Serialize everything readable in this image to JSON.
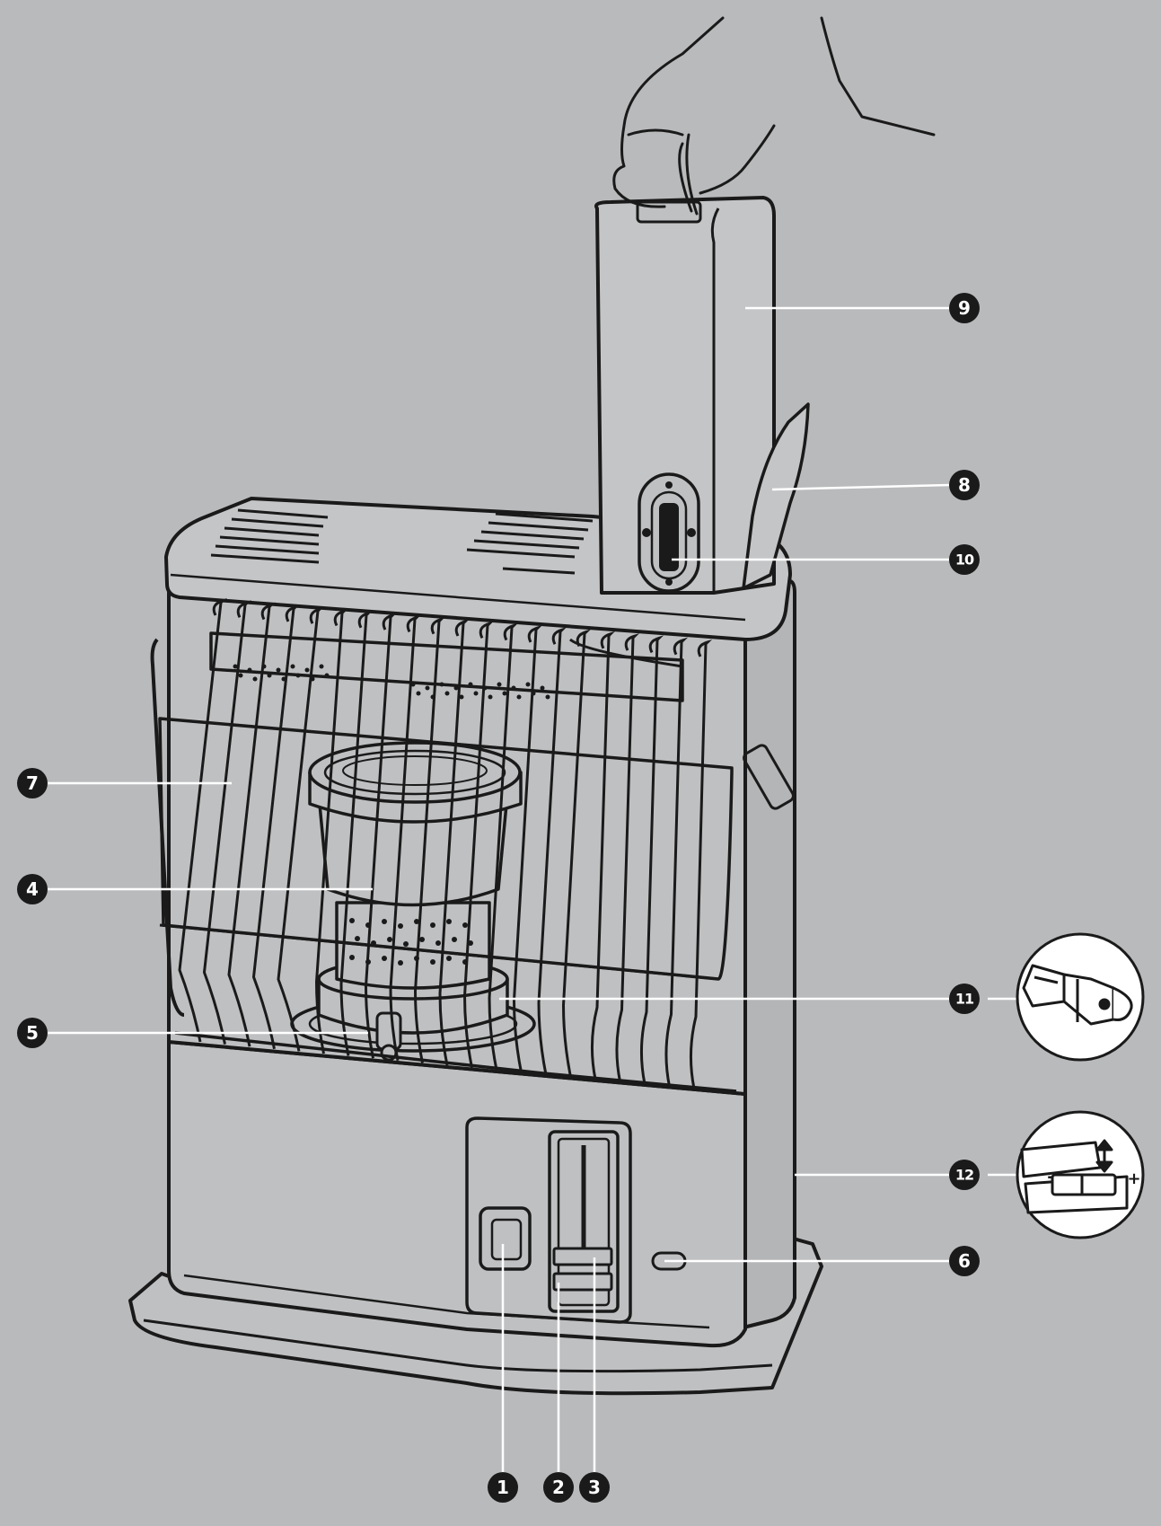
{
  "colors": {
    "background": "#b9babc",
    "body_fill": "#bfc0c2",
    "line": "#1a1a1a",
    "leader": "#ffffff",
    "callout_fill": "#1a1a1a",
    "callout_text": "#ffffff"
  },
  "callouts": [
    {
      "id": "c1",
      "label": "1"
    },
    {
      "id": "c2",
      "label": "2"
    },
    {
      "id": "c3",
      "label": "3"
    },
    {
      "id": "c4",
      "label": "4"
    },
    {
      "id": "c5",
      "label": "5"
    },
    {
      "id": "c6",
      "label": "6"
    },
    {
      "id": "c7",
      "label": "7"
    },
    {
      "id": "c8",
      "label": "8"
    },
    {
      "id": "c9",
      "label": "9"
    },
    {
      "id": "c10",
      "label": "10"
    },
    {
      "id": "c11",
      "label": "11"
    },
    {
      "id": "c12",
      "label": "12"
    }
  ],
  "insets": {
    "igniter_icon": "igniter-plug-icon",
    "battery_icon": "battery-compartment-icon",
    "battery_marks": {
      "minus": "-",
      "plus": "+"
    }
  }
}
